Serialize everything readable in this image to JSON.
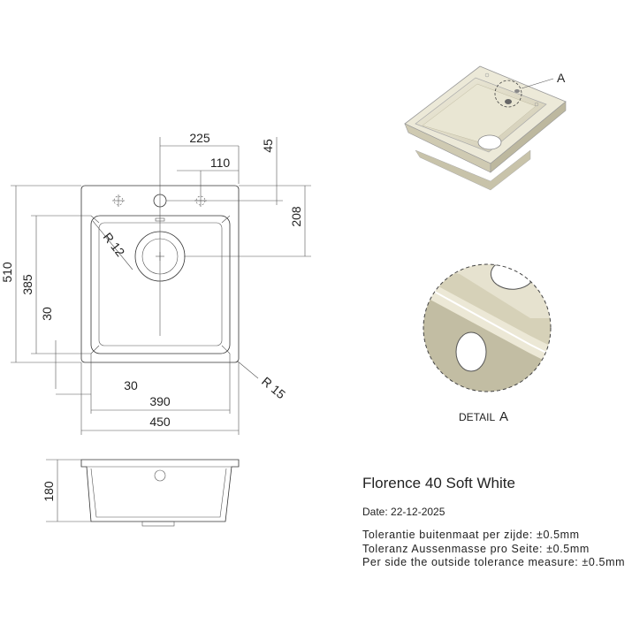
{
  "product": {
    "title": "Florence 40 Soft White",
    "date": "Date: 22-12-2025"
  },
  "tolerances": [
    "Tolerantie buitenmaat per zijde:  ±0.5mm",
    "Toleranz Aussenmasse pro Seite:  ±0.5mm",
    "Per side the outside tolerance measure:  ±0.5mm"
  ],
  "dimensions": {
    "top_225": "225",
    "top_110": "110",
    "top_45": "45",
    "right_208": "208",
    "left_510": "510",
    "left_385": "385",
    "left_30": "30",
    "radius_12": "R 12",
    "radius_15": "R 15",
    "bottom_30": "30",
    "bottom_390": "390",
    "bottom_450": "450",
    "height_180": "180"
  },
  "detail": {
    "callout": "A",
    "label_word": "DETAIL",
    "label_letter": "A"
  },
  "colors": {
    "sink_fill": "#e4e0cc",
    "sink_shade": "#cfcab2",
    "sink_dark": "#a9a48c",
    "line": "#333333"
  }
}
